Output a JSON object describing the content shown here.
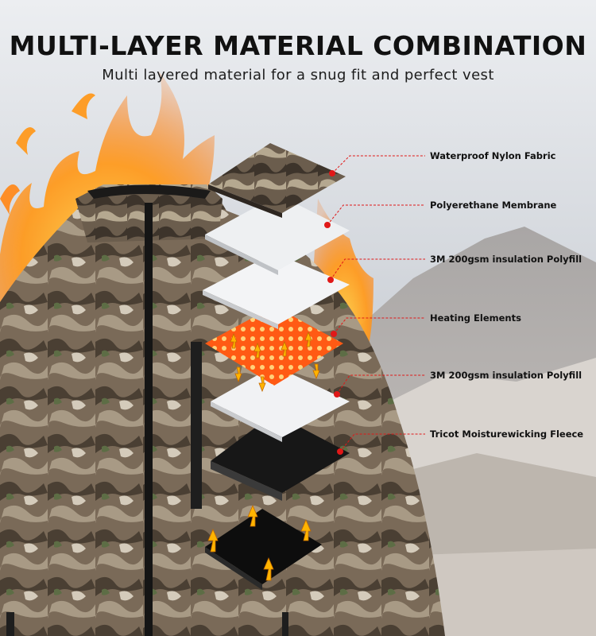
{
  "header": {
    "title": "MULTI-LAYER MATERIAL COMBINATION",
    "subtitle": "Multi layered material for a snug fit and perfect vest"
  },
  "layers": [
    {
      "label": "Waterproof Nylon Fabric"
    },
    {
      "label": "Polyerethane Membrane"
    },
    {
      "label": "3M 200gsm insulation Polyfill"
    },
    {
      "label": "Heating Elements"
    },
    {
      "label": "3M 200gsm insulation Polyfill"
    },
    {
      "label": "Tricot Moisturewicking Fleece"
    }
  ],
  "colors": {
    "leader_line": "#e01818",
    "flame": "#ff8a1e",
    "heat_pad": "#ff4a12",
    "arrow": "#ffb400"
  }
}
